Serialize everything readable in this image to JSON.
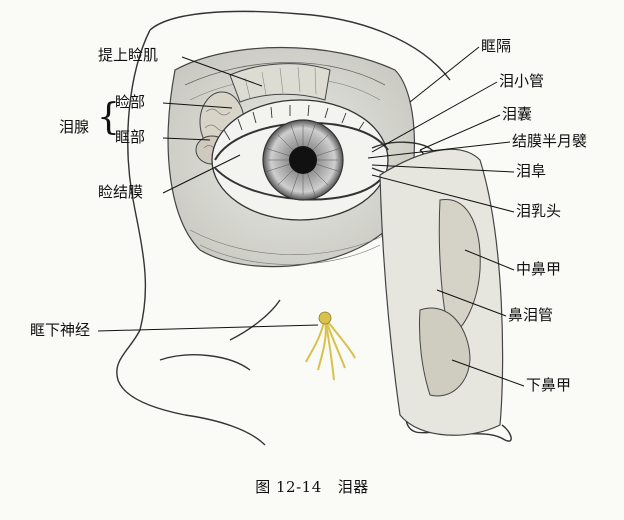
{
  "labels": {
    "levator": "提上睑肌",
    "lacrimal_gland": "泪腺",
    "palpebral_part": "睑部",
    "orbital_part": "眶部",
    "conjunctiva": "睑结膜",
    "infraorbital_nerve": "眶下神经",
    "orbital_septum": "眶隔",
    "canaliculus": "泪小管",
    "lacrimal_sac": "泪囊",
    "plica_semilunaris": "结膜半月襞",
    "caruncle": "泪阜",
    "lacrimal_papilla": "泪乳头",
    "middle_concha": "中鼻甲",
    "nasolacrimal_duct": "鼻泪管",
    "inferior_concha": "下鼻甲"
  },
  "caption": {
    "figure_no": "图 12-14",
    "title": "泪器"
  },
  "colors": {
    "ink": "#222222",
    "nerve": "#d9c24a",
    "background": "#fafaf7"
  }
}
